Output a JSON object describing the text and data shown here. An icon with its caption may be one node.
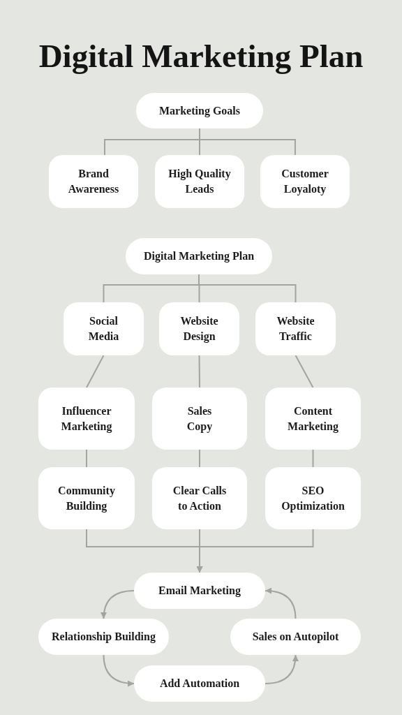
{
  "diagram": {
    "title": "Digital Marketing Plan",
    "nodes": [
      {
        "text": [
          "Marketing Goals"
        ]
      },
      {
        "text": [
          "Brand Awareness"
        ]
      },
      {
        "text": [
          "High Quality Leads"
        ]
      },
      {
        "text": [
          "Customer Loyaloty"
        ]
      },
      {
        "text": [
          "Digital Marketing Plan"
        ]
      },
      {
        "text": [
          "Social Media"
        ]
      },
      {
        "text": [
          "Website Design"
        ]
      },
      {
        "text": [
          "Website Traffic"
        ]
      },
      {
        "text": [
          "Influencer Marketing"
        ]
      },
      {
        "text": [
          "Sales Copy"
        ]
      },
      {
        "text": [
          "Content Marketing"
        ]
      },
      {
        "text": [
          "Community Building"
        ]
      },
      {
        "text": [
          "Clear Calls to Action"
        ]
      },
      {
        "text": [
          "SEO Optimization"
        ]
      },
      {
        "text": [
          "Email Marketing"
        ]
      },
      {
        "text": [
          "Relationship Building"
        ]
      },
      {
        "text": [
          "Sales on Autopilot"
        ]
      },
      {
        "text": [
          "Add Automation"
        ]
      }
    ],
    "edges": [
      {
        "from": 0,
        "to": 1,
        "arrow": "none"
      },
      {
        "from": 0,
        "to": 2,
        "arrow": "none"
      },
      {
        "from": 0,
        "to": 3,
        "arrow": "none"
      },
      {
        "from": 4,
        "to": 5,
        "arrow": "none"
      },
      {
        "from": 4,
        "to": 6,
        "arrow": "none"
      },
      {
        "from": 4,
        "to": 7,
        "arrow": "none"
      },
      {
        "from": 5,
        "to": 8,
        "arrow": "none"
      },
      {
        "from": 8,
        "to": 11,
        "arrow": "none"
      },
      {
        "from": 6,
        "to": 9,
        "arrow": "none"
      },
      {
        "from": 9,
        "to": 12,
        "arrow": "none"
      },
      {
        "from": 7,
        "to": 10,
        "arrow": "none"
      },
      {
        "from": 10,
        "to": 13,
        "arrow": "none"
      },
      {
        "from": 11,
        "to": 14,
        "arrow": "to"
      },
      {
        "from": 12,
        "to": 14,
        "arrow": "to"
      },
      {
        "from": 13,
        "to": 14,
        "arrow": "to"
      },
      {
        "from": 14,
        "to": 15,
        "arrow": "to"
      },
      {
        "from": 15,
        "to": 17,
        "arrow": "to"
      },
      {
        "from": 17,
        "to": 16,
        "arrow": "to"
      },
      {
        "from": 16,
        "to": 14,
        "arrow": "to"
      }
    ]
  }
}
